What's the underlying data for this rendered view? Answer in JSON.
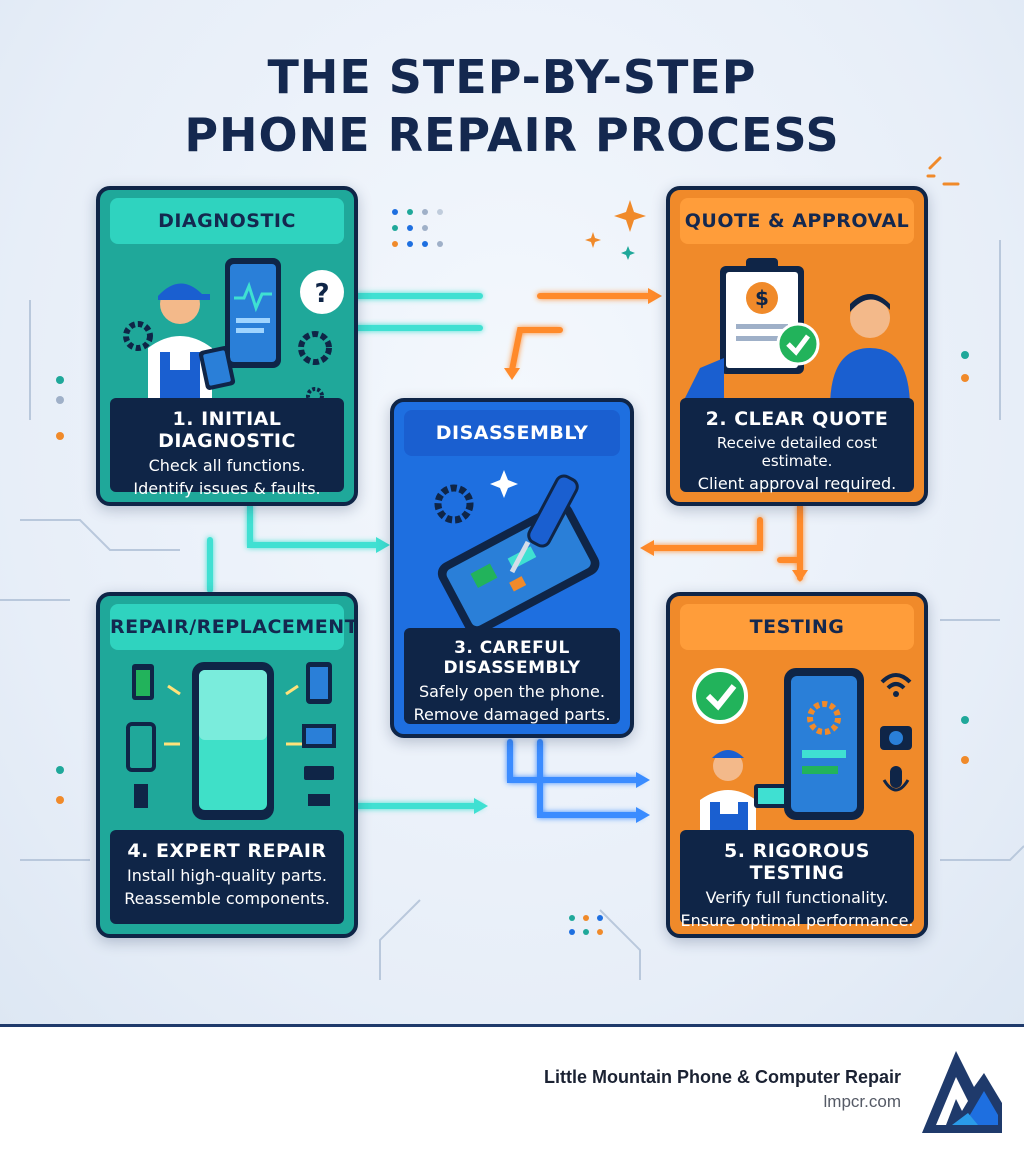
{
  "title": {
    "line1": "THE STEP-BY-STEP",
    "line2": "PHONE REPAIR PROCESS"
  },
  "cards": {
    "diagnostic": {
      "header": "DIAGNOSTIC",
      "step": "1. INITIAL DIAGNOSTIC",
      "line1": "Check all functions.",
      "line2": "Identify issues & faults."
    },
    "quote": {
      "header": "QUOTE & APPROVAL",
      "step": "2. CLEAR QUOTE",
      "line1": "Receive detailed cost estimate.",
      "line2": "Client approval required."
    },
    "disassembly": {
      "header": "DISASSEMBLY",
      "step": "3. CAREFUL DISASSEMBLY",
      "line1": "Safely open the phone.",
      "line2": "Remove damaged parts."
    },
    "repair": {
      "header": "REPAIR/REPLACEMENT",
      "step": "4. EXPERT REPAIR",
      "line1": "Install high-quality parts.",
      "line2": "Reassemble components."
    },
    "testing": {
      "header": "TESTING",
      "step": "5. RIGOROUS TESTING",
      "line1": "Verify full functionality.",
      "line2": "Ensure optimal performance."
    }
  },
  "footer": {
    "company": "Little Mountain Phone & Computer Repair",
    "url": "lmpcr.com"
  },
  "icons": {
    "diagnostic": "technician-with-phone-icon",
    "quote": "clipboard-dollar-icon",
    "disassembly": "phone-screwdriver-icon",
    "repair": "replacement-parts-icon",
    "testing": "phone-test-icon"
  },
  "colors": {
    "navy": "#14284f",
    "teal": "#1fa89a",
    "orange": "#f08a2a",
    "blue": "#1e6fe0"
  }
}
